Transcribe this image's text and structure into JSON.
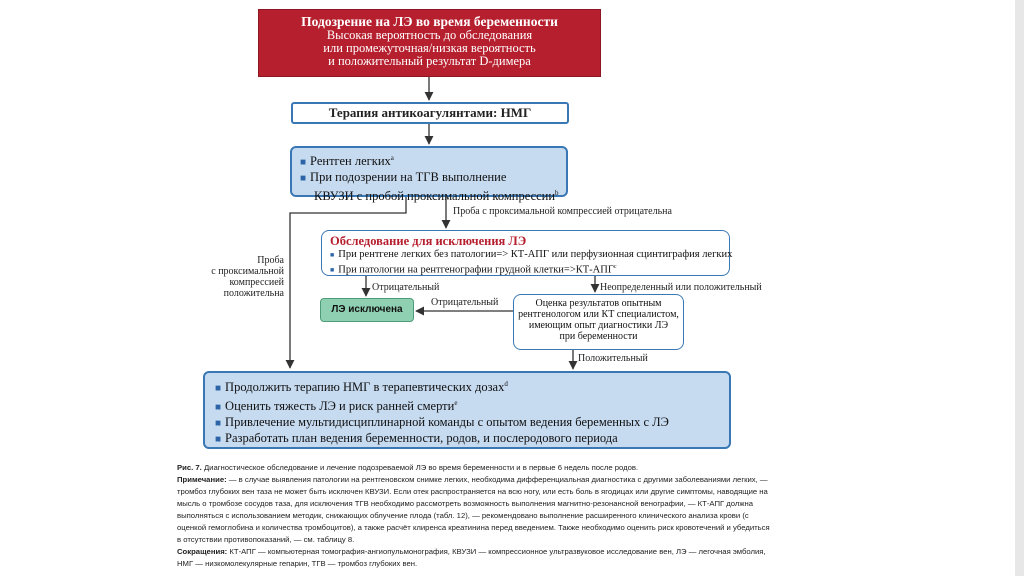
{
  "diagram": {
    "red_box": {
      "title": "Подозрение на ЛЭ во время беременности",
      "lines": [
        "Высокая вероятность до обследования",
        "или промежуточная/низкая вероятность",
        "и положительный результат D-димера"
      ]
    },
    "anticoag": "Терапия антикоагулянтами: НМГ",
    "xray": {
      "items": [
        "Рентген легких",
        "При подозрении на ТГВ выполнение"
      ],
      "sup_a": "a",
      "cont": "КВУЗИ с пробой проксимальной компрессии",
      "sup_b": "b"
    },
    "label_neg_proba": "Проба с проксимальной компрессией отрицательна",
    "label_pos_proba": [
      "Проба",
      "с проксимальной",
      "компрессией",
      "положительна"
    ],
    "exam": {
      "title": "Обследование для исключения ЛЭ",
      "items": [
        "При рентгене легких без патологии=> КТ-АПГ или перфузионная сцинтиграфия легких",
        "При патологии на рентгенографии грудной клетки=>КТ-АПГ"
      ],
      "sup_c": "c"
    },
    "label_negative1": "Отрицательный",
    "label_indeterminate": "Неопределенный или положительный",
    "label_negative2": "Отрицательный",
    "green_box": "ЛЭ исключена",
    "assess": [
      "Оценка результатов опытным",
      "рентгенологом или КТ специалистом,",
      "имеющим опыт диагностики ЛЭ",
      "при беременности"
    ],
    "label_positive": "Положительный",
    "continue": {
      "items": [
        "Продолжить терапию НМГ в терапевтических дозах",
        "Оценить тяжесть ЛЭ и риск ранней смерти",
        "Привлечение мультидисциплинарной команды с опытом ведения беременных с ЛЭ",
        "Разработать план ведения беременности, родов, и послеродового периода"
      ],
      "sup_d": "d",
      "sup_e": "e"
    }
  },
  "caption": {
    "fig_label": "Рис. 7.",
    "fig_text": "Диагностическое обследование и лечение подозреваемой ЛЭ во время беременности и в первые 6 недель после родов.",
    "note_label": "Примечание:",
    "note_text": "— в случае выявления патологии на рентгеновском снимке легких, необходима дифференциальная диагностика с другими заболеваниями легких, — тромбоз глубоких вен таза не может быть исключен КВУЗИ. Если отек распространяется на всю ногу, или есть боль в ягодицах или другие симптомы, наводящие на мысль о тромбозе сосудов таза, для исключения ТГВ необходимо рассмотреть возможность выполнения магнитно-резонансной венографии, — КТ-АПГ должна выполняться с использованием методик, снижающих облучение плода (табл. 12), — рекомендовано выполнение расширенного клинического анализа крови (с оценкой гемоглобина и количества тромбоцитов), а также расчёт клиренса креатинина перед введением. Также необходимо оценить риск кровотечений и убедиться в отсутствии противопоказаний, — см. таблицу 8.",
    "abbr_label": "Сокращения:",
    "abbr_text": "КТ-АПГ — компьютерная томография-ангиопульмонография, КВУЗИ — компрессионное ультразвуковое исследование вен, ЛЭ — легочная эмболия, НМГ — низкомолекулярные гепарин, ТГВ — тромбоз глубоких вен."
  }
}
